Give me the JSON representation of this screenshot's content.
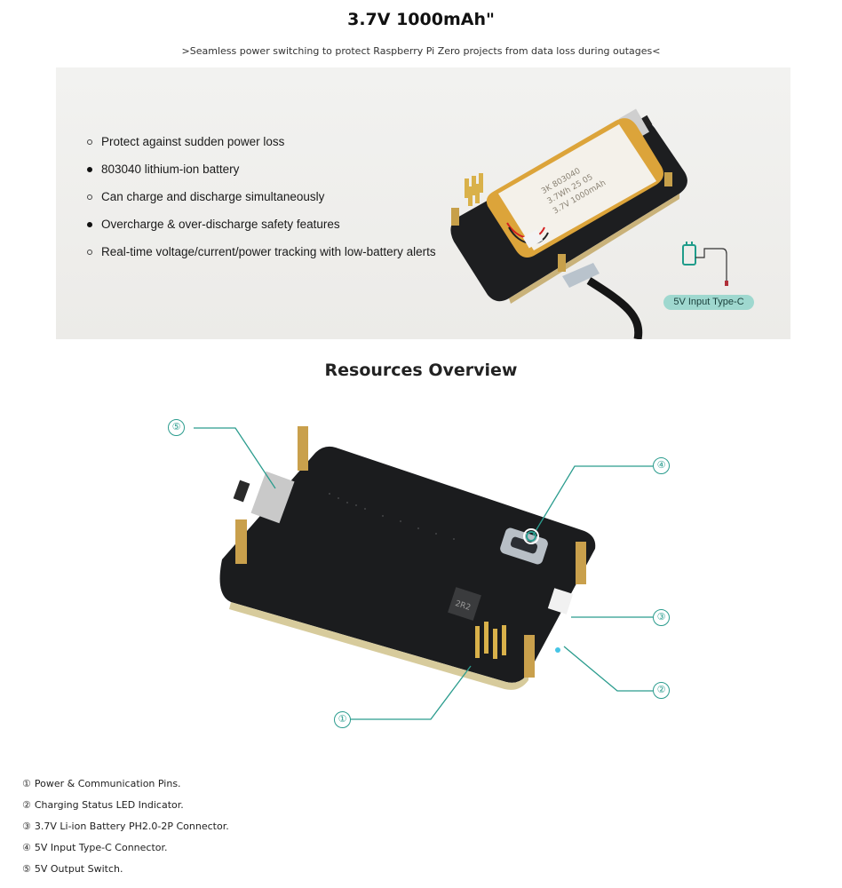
{
  "header": {
    "title": "3.7V 1000mAh\"",
    "subtitle": ">Seamless power switching to protect Raspberry Pi Zero projects from data loss during outages<"
  },
  "hero": {
    "features": [
      {
        "text": "Protect against sudden power loss",
        "bullet": "open-circle"
      },
      {
        "text": "803040 lithium-ion battery",
        "bullet": "filled-circle"
      },
      {
        "text": "Can charge and discharge simultaneously",
        "bullet": "open-circle"
      },
      {
        "text": "Overcharge & over-discharge safety features",
        "bullet": "filled-circle"
      },
      {
        "text": "Real-time voltage/current/power tracking with low-battery alerts",
        "bullet": "open-circle"
      }
    ],
    "battery_label": {
      "line1": "3K 803040",
      "line2": "3.7Wh 25 05",
      "line3": "3.7V 1000mAh"
    },
    "input_badge": "5V Input Type-C"
  },
  "overview": {
    "title": "Resources Overview",
    "chip_label": "2R2",
    "callouts": [
      {
        "id": "1",
        "symbol": "①"
      },
      {
        "id": "2",
        "symbol": "②"
      },
      {
        "id": "3",
        "symbol": "③"
      },
      {
        "id": "4",
        "symbol": "④"
      },
      {
        "id": "5",
        "symbol": "⑤"
      }
    ],
    "legend": [
      {
        "index": "①",
        "text": "Power & Communication Pins."
      },
      {
        "index": "②",
        "text": "Charging Status LED Indicator."
      },
      {
        "index": "③",
        "text": "3.7V Li-ion Battery PH2.0-2P Connector."
      },
      {
        "index": "④",
        "text": "5V Input Type-C Connector."
      },
      {
        "index": "⑤",
        "text": "5V Output Switch."
      }
    ]
  },
  "colors": {
    "accent": "#2b9c8e",
    "badge": "#9fd8cf",
    "pcb": "#1b1c1e",
    "battery": "#d9a53a"
  }
}
